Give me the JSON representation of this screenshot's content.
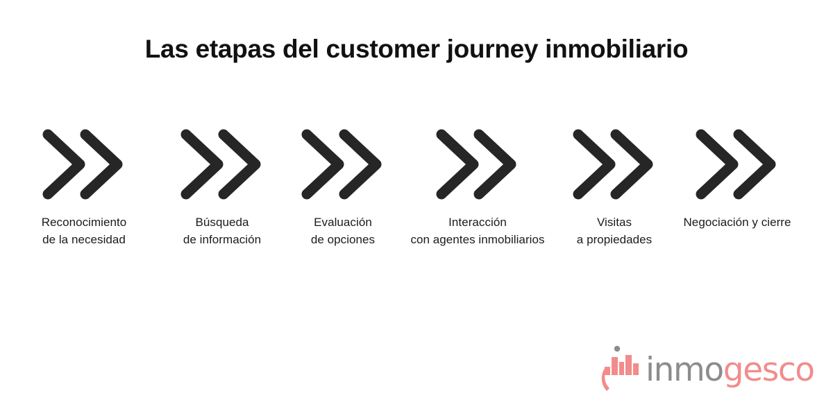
{
  "page": {
    "title": "Las etapas del customer journey inmobiliario",
    "background_color": "#ffffff"
  },
  "colors": {
    "title_text": "#111111",
    "label_text": "#1b1b1b",
    "chevron": "#262626",
    "logo_gray": "#8c8c8c",
    "logo_coral": "#f28c8c"
  },
  "stages": [
    {
      "index": "1",
      "icon": "double-chevron-right-icon",
      "label": "Reconocimiento\nde la necesidad"
    },
    {
      "index": "2",
      "icon": "double-chevron-right-icon",
      "label": "Búsqueda\nde información"
    },
    {
      "index": "3",
      "icon": "double-chevron-right-icon",
      "label": "Evaluación\nde opciones"
    },
    {
      "index": "4",
      "icon": "double-chevron-right-icon",
      "label": "Interacción\ncon agentes inmobiliarios"
    },
    {
      "index": "5",
      "icon": "double-chevron-right-icon",
      "label": "Visitas\na propiedades"
    },
    {
      "index": "6",
      "icon": "double-chevron-right-icon",
      "label": "Negociación y cierre"
    }
  ],
  "logo": {
    "mark_icon": "city-skyline-circle-icon",
    "name_part_1": "inmo",
    "name_part_2": "gesco"
  }
}
